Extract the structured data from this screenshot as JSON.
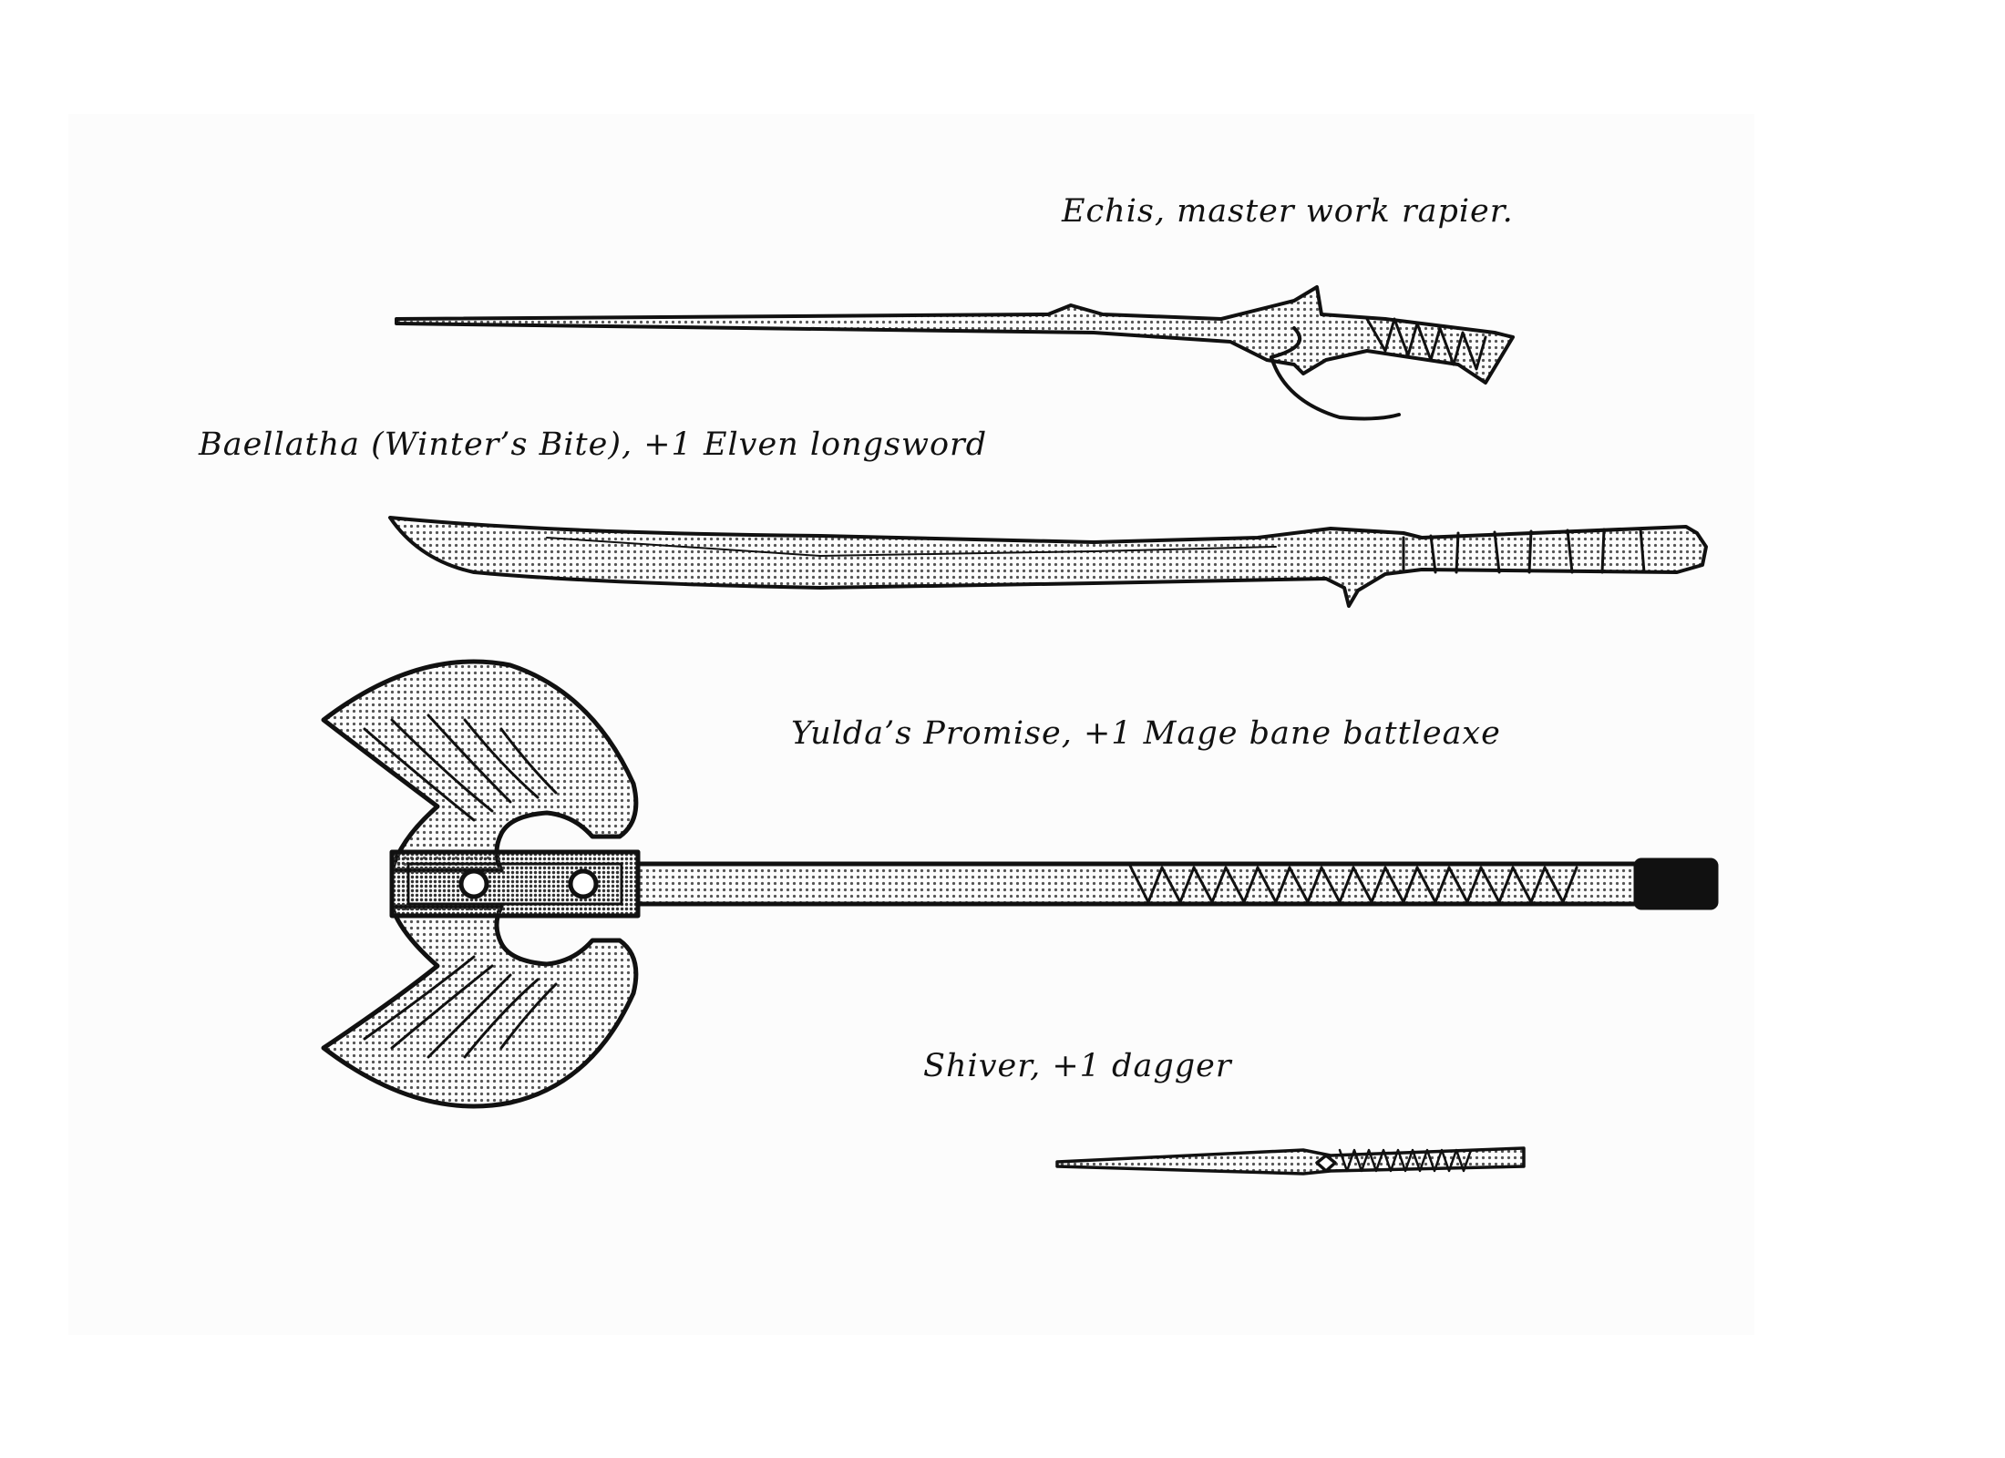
{
  "weapons": [
    {
      "id": "rapier",
      "label": "Echis, master work rapier.",
      "icon": "rapier-drawing"
    },
    {
      "id": "longsword",
      "label": "Baellatha (Winter’s Bite), +1 Elven longsword",
      "icon": "longsword-drawing"
    },
    {
      "id": "battleaxe",
      "label": "Yulda’s Promise, +1 Mage bane battleaxe",
      "icon": "battleaxe-drawing"
    },
    {
      "id": "dagger",
      "label": "Shiver, +1 dagger",
      "icon": "dagger-drawing"
    }
  ],
  "colors": {
    "ink": "#111111",
    "paper": "#ffffff",
    "halftone": "#555555"
  }
}
